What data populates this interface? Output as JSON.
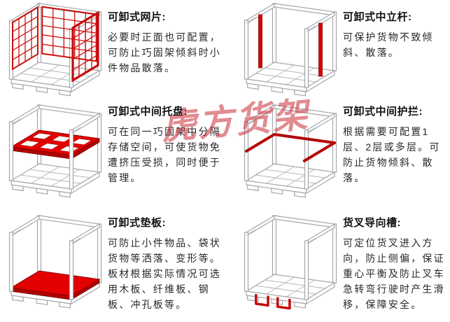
{
  "colors": {
    "accent_red": "#d90000",
    "frame_gray": "#a4a8ab",
    "text": "#272727",
    "watermark_red": "rgba(203,44,54,0.55)"
  },
  "watermark": {
    "text": "虎方货架"
  },
  "panels": [
    {
      "title": "可卸式网片:",
      "body": "必要时正面也可配置，可防止巧固架倾斜时小件物品散落。",
      "illustration": "stacking-rack-with-red-mesh-panels"
    },
    {
      "title": "可卸式中立杆:",
      "body": "可保护货物不致倾斜、散落。",
      "illustration": "stacking-rack-with-red-middle-poles"
    },
    {
      "title": "可卸式中间托盘:",
      "body": "可在同一巧固架中分隔存储空间，可使货物免遭挤压受损，同时便于管理。",
      "illustration": "stacking-rack-with-red-middle-tray"
    },
    {
      "title": "可卸式中间护拦:",
      "body": "根据需要可配置1层、2层或多层。可防止货物倾斜、散落。",
      "illustration": "stacking-rack-with-red-middle-guardrail"
    },
    {
      "title": "可卸式垫板:",
      "body": "可防止小件物品、袋状货物等洒落、变形等。板材根据实际情况可选用木板、纤维板、钢板、冲孔板等。",
      "illustration": "stacking-rack-with-red-pad-board"
    },
    {
      "title": "货叉导向槽:",
      "body": "可定位货叉进入方向，防止侧偏，保证重心平衡及防止叉车急转弯行驶时产生滑移，保障安全。",
      "illustration": "stacking-rack-with-red-fork-guide-slots"
    }
  ]
}
